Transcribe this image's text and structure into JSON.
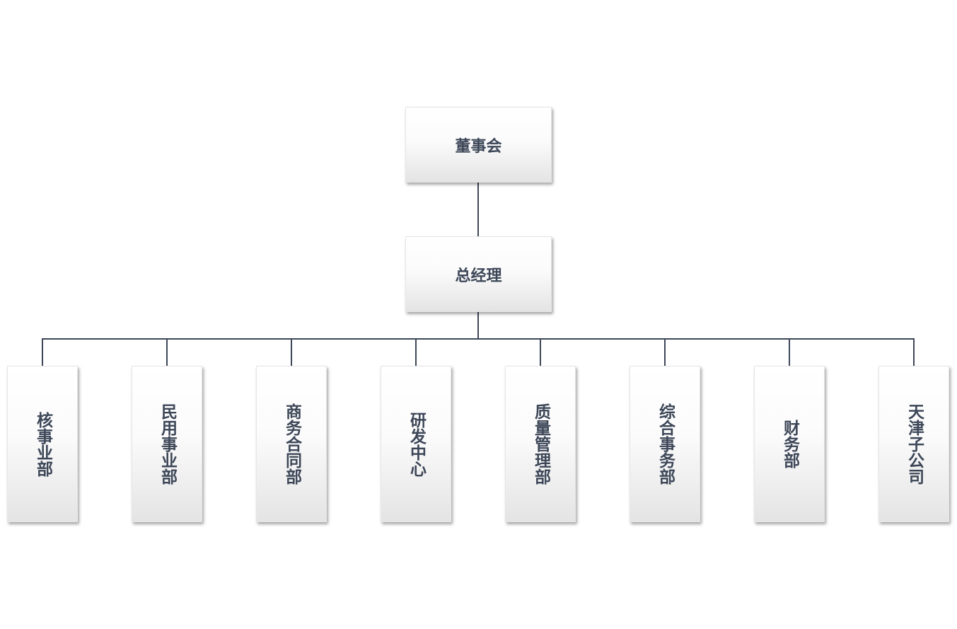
{
  "chart": {
    "root": {
      "label": "董事会"
    },
    "manager": {
      "label": "总经理"
    },
    "departments": [
      {
        "label": "核事业部"
      },
      {
        "label": "民用事业部"
      },
      {
        "label": "商务合同部"
      },
      {
        "label": "研发中心"
      },
      {
        "label": "质量管理部"
      },
      {
        "label": "综合事务部"
      },
      {
        "label": "财务部"
      },
      {
        "label": "天津子公司"
      }
    ]
  },
  "colors": {
    "line": "#3d4758",
    "text": "#3d4758"
  }
}
